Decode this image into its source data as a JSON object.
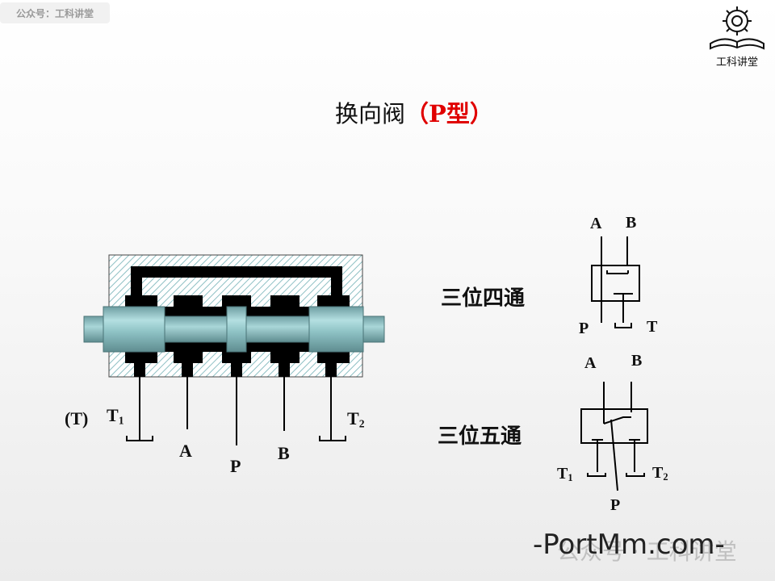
{
  "watermark_top": "公众号：工科讲堂",
  "logo": {
    "icon": "gear-book-icon",
    "label": "工科讲堂"
  },
  "title": {
    "main": "换向阀",
    "paren_open": "（",
    "type": "P型",
    "paren_close": "）"
  },
  "valve": {
    "ports": {
      "t_paren": "(T)",
      "t1": "T",
      "t1_sub": "1",
      "a": "A",
      "p": "P",
      "b": "B",
      "t2": "T",
      "t2_sub": "2"
    }
  },
  "symbol_4way": {
    "name": "三位四通",
    "ports": {
      "a": "A",
      "b": "B",
      "p": "P",
      "t": "T"
    }
  },
  "symbol_5way": {
    "name": "三位五通",
    "ports": {
      "a": "A",
      "b": "B",
      "t1": "T",
      "t1_sub": "1",
      "t2": "T",
      "t2_sub": "2",
      "p": "P"
    }
  },
  "watermark_bottom": {
    "main": "-PortMm.com-",
    "faint": "公众号 · 工科讲堂"
  },
  "colors": {
    "title_red": "#e00000",
    "spool": "#9ccfd2",
    "hatch": "#8ec0c4"
  }
}
